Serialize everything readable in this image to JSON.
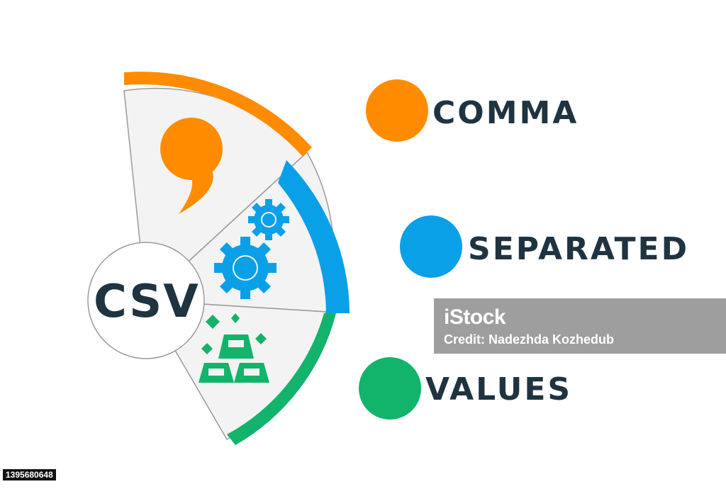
{
  "center": {
    "label": "CSV"
  },
  "segments": [
    {
      "id": "comma",
      "icon": "comma-icon",
      "color": "#ff8c00"
    },
    {
      "id": "separated",
      "icon": "gears-icon",
      "color": "#0aa0e8"
    },
    {
      "id": "values",
      "icon": "gold-bars-icon",
      "color": "#12b36a"
    }
  ],
  "words": [
    {
      "text": "COMMA",
      "color": "#ff8c00"
    },
    {
      "text": "SEPARATED",
      "color": "#0aa0e8"
    },
    {
      "text": "VALUES",
      "color": "#12b36a"
    }
  ],
  "watermark": {
    "brand": "iStock",
    "credit": "Credit: Nadezhda Kozhedub"
  },
  "image_id": "1395680648",
  "colors": {
    "text": "#1f3340",
    "wedge_fill": "#f3f3f3",
    "wedge_stroke": "#9a9a9a"
  }
}
